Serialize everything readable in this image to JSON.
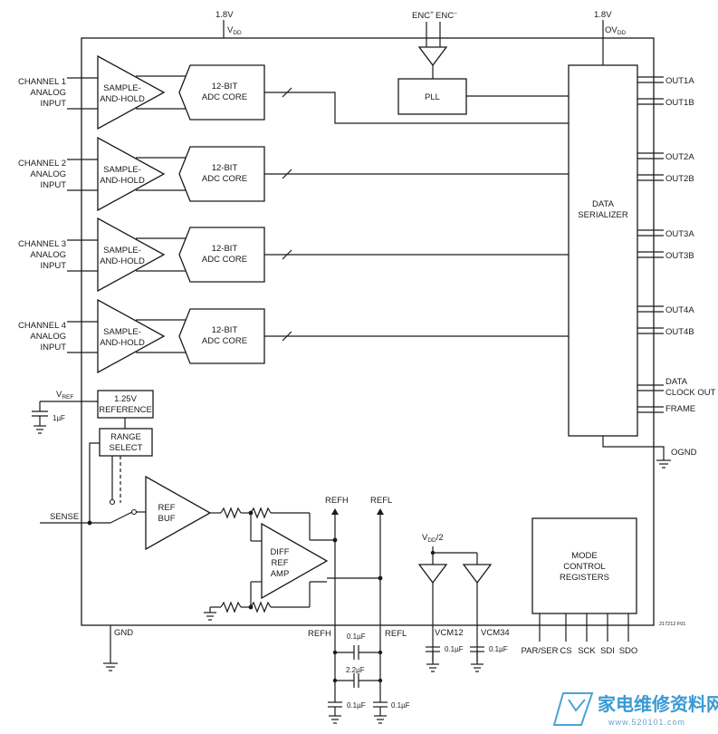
{
  "power": {
    "vdd_voltage": "1.8V",
    "vdd_label": "V",
    "vdd_sub": "DD",
    "ovdd_voltage": "1.8V",
    "ovdd_label": "OV",
    "ovdd_sub": "DD"
  },
  "encode": {
    "enc_plus": "ENC",
    "enc_plus_sup": "+",
    "enc_minus": "ENC",
    "enc_minus_sup": "–",
    "pll": "PLL"
  },
  "channels": [
    {
      "line1": "CHANNEL 1",
      "line2": "ANALOG",
      "line3": "INPUT"
    },
    {
      "line1": "CHANNEL 2",
      "line2": "ANALOG",
      "line3": "INPUT"
    },
    {
      "line1": "CHANNEL 3",
      "line2": "ANALOG",
      "line3": "INPUT"
    },
    {
      "line1": "CHANNEL 4",
      "line2": "ANALOG",
      "line3": "INPUT"
    }
  ],
  "blocks": {
    "sh_line1": "SAMPLE-",
    "sh_line2": "AND-HOLD",
    "adc_line1": "12-BIT",
    "adc_line2": "ADC CORE",
    "serializer_line1": "DATA",
    "serializer_line2": "SERIALIZER",
    "ref_line1": "1.25V",
    "ref_line2": "REFERENCE",
    "range_line1": "RANGE",
    "range_line2": "SELECT",
    "refbuf_line1": "REF",
    "refbuf_line2": "BUF",
    "diff_line1": "DIFF",
    "diff_line2": "REF",
    "diff_line3": "AMP",
    "mode_line1": "MODE",
    "mode_line2": "CONTROL",
    "mode_line3": "REGISTERS"
  },
  "outputs": [
    "OUT1A",
    "OUT1B",
    "OUT2A",
    "OUT2B",
    "OUT3A",
    "OUT3B",
    "OUT4A",
    "OUT4B"
  ],
  "clock_pins": {
    "data": "DATA",
    "clock_out": "CLOCK OUT",
    "frame": "FRAME",
    "ognd": "OGND"
  },
  "reference": {
    "vref": "V",
    "vref_sub": "REF",
    "vref_cap": "1µF",
    "sense": "SENSE",
    "gnd": "GND",
    "refh_top": "REFH",
    "refl_top": "REFL",
    "refh_pin": "REFH",
    "refl_pin": "REFL",
    "cap_01a": "0.1µF",
    "cap_22": "2.2µF",
    "cap_01b": "0.1µF",
    "cap_01c": "0.1µF"
  },
  "vcm": {
    "vdd_half": "V",
    "vdd_half_sub": "DD",
    "vdd_half_tail": "/2",
    "vcm12": "VCM12",
    "vcm34": "VCM34",
    "cap12": "0.1µF",
    "cap34": "0.1µF"
  },
  "control_pins": [
    "PAR/SER",
    "CS",
    "SCK",
    "SDI",
    "SDO"
  ],
  "figure_id": "217212 F01",
  "watermark": {
    "brand": "家电维修资料网",
    "url": "www.520101.com"
  }
}
